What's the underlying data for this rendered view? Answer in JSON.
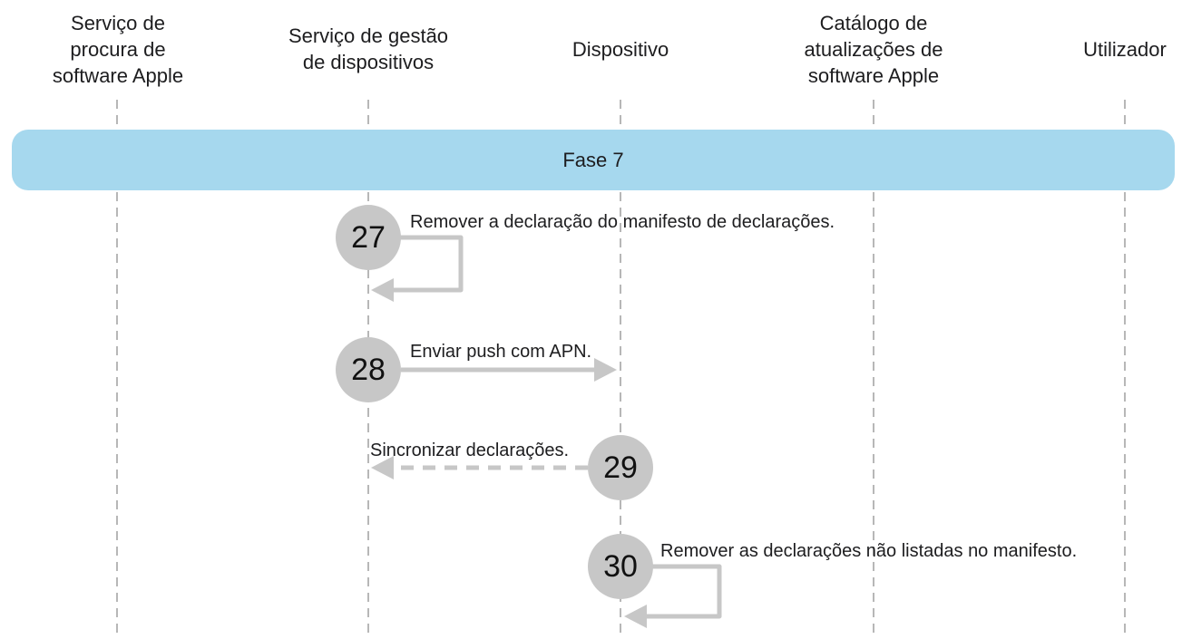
{
  "colors": {
    "banner_bg": "#A6D8EE",
    "circle_bg": "#C7C7C7",
    "arrow": "#C7C7C7",
    "lifeline": "#B7B7B7",
    "text": "#1D1D1F"
  },
  "actors": [
    {
      "label": "Serviço de procura de software Apple",
      "lines": [
        "Serviço de",
        "procura de",
        "software Apple"
      ]
    },
    {
      "label": "Serviço de gestão de dispositivos",
      "lines": [
        "Serviço de gestão",
        "de dispositivos"
      ]
    },
    {
      "label": "Dispositivo",
      "lines": [
        "Dispositivo"
      ]
    },
    {
      "label": "Catálogo de atualizações de software Apple",
      "lines": [
        "Catálogo de",
        "atualizações de",
        "software Apple"
      ]
    },
    {
      "label": "Utilizador",
      "lines": [
        "Utilizador"
      ]
    }
  ],
  "banner": {
    "label": "Fase 7"
  },
  "steps": [
    {
      "number": "27",
      "label": "Remover a declaração do manifesto de declarações.",
      "from": "Serviço de gestão de dispositivos",
      "to": "Serviço de gestão de dispositivos",
      "arrow": "self-loop-solid"
    },
    {
      "number": "28",
      "label": "Enviar push com APN.",
      "from": "Serviço de gestão de dispositivos",
      "to": "Dispositivo",
      "arrow": "solid-right"
    },
    {
      "number": "29",
      "label": "Sincronizar declarações.",
      "from": "Dispositivo",
      "to": "Serviço de gestão de dispositivos",
      "arrow": "dashed-left"
    },
    {
      "number": "30",
      "label": "Remover as declarações não listadas no manifesto.",
      "from": "Dispositivo",
      "to": "Dispositivo",
      "arrow": "self-loop-solid"
    }
  ]
}
